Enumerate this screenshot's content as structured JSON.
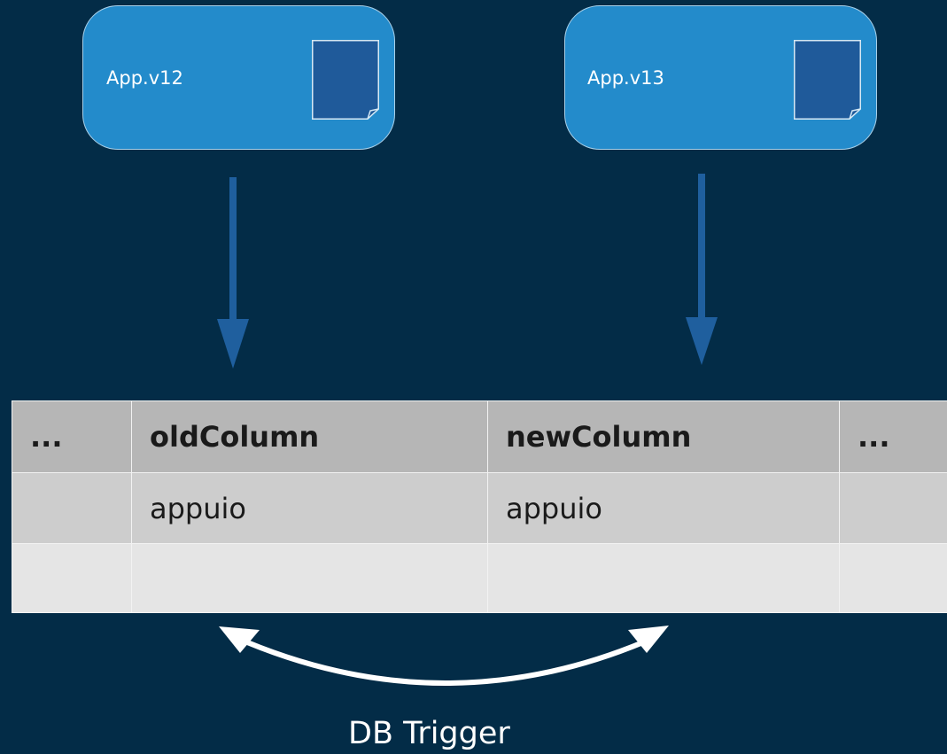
{
  "colors": {
    "background": "#032c47",
    "app_box_fill": "#238bcb",
    "arrow": "#1f5f9e",
    "header_row": "#b6b6b6",
    "data_row": "#cdcdcd",
    "empty_row": "#e5e5e5"
  },
  "apps": [
    {
      "label": "App.v12",
      "icon": "document-icon"
    },
    {
      "label": "App.v13",
      "icon": "document-icon"
    }
  ],
  "table": {
    "headers": [
      "...",
      "oldColumn",
      "newColumn",
      "..."
    ],
    "rows": [
      [
        "",
        "appuio",
        "appuio",
        ""
      ],
      [
        "",
        "",
        "",
        ""
      ]
    ]
  },
  "trigger": {
    "label": "DB Trigger"
  }
}
